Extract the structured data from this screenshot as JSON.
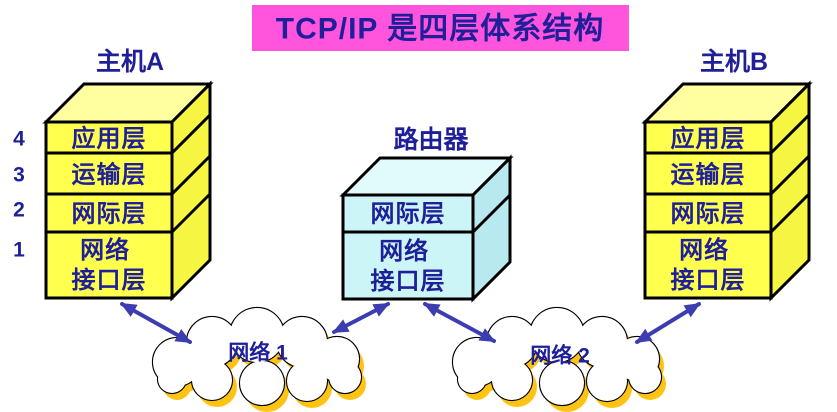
{
  "title": {
    "text": "TCP/IP 是四层体系结构"
  },
  "host_a": {
    "title": "主机A",
    "layers": [
      {
        "num": "4",
        "label": "应用层"
      },
      {
        "num": "3",
        "label": "运输层"
      },
      {
        "num": "2",
        "label": "网际层"
      },
      {
        "num": "1",
        "label": "网络",
        "label2": "接口层"
      }
    ]
  },
  "router": {
    "title": "路由器",
    "layers": [
      {
        "label": "网际层"
      },
      {
        "label": "网络",
        "label2": "接口层"
      }
    ]
  },
  "host_b": {
    "title": "主机B",
    "layers": [
      {
        "label": "应用层"
      },
      {
        "label": "运输层"
      },
      {
        "label": "网际层"
      },
      {
        "label": "网络",
        "label2": "接口层"
      }
    ]
  },
  "networks": [
    {
      "label": "网络 1"
    },
    {
      "label": "网络 2"
    }
  ],
  "colors": {
    "banner_bg": "#ff55dd",
    "text_blue": "#1f1f99",
    "host_front": "#ffff4d",
    "host_top": "#ffffa0",
    "host_side": "#f5f542",
    "router_front": "#ccf5f7",
    "router_top": "#e1fbfc",
    "router_side": "#b8e9ee",
    "arrow": "#3d3db2",
    "cloud_shadow": "#ffc413"
  }
}
